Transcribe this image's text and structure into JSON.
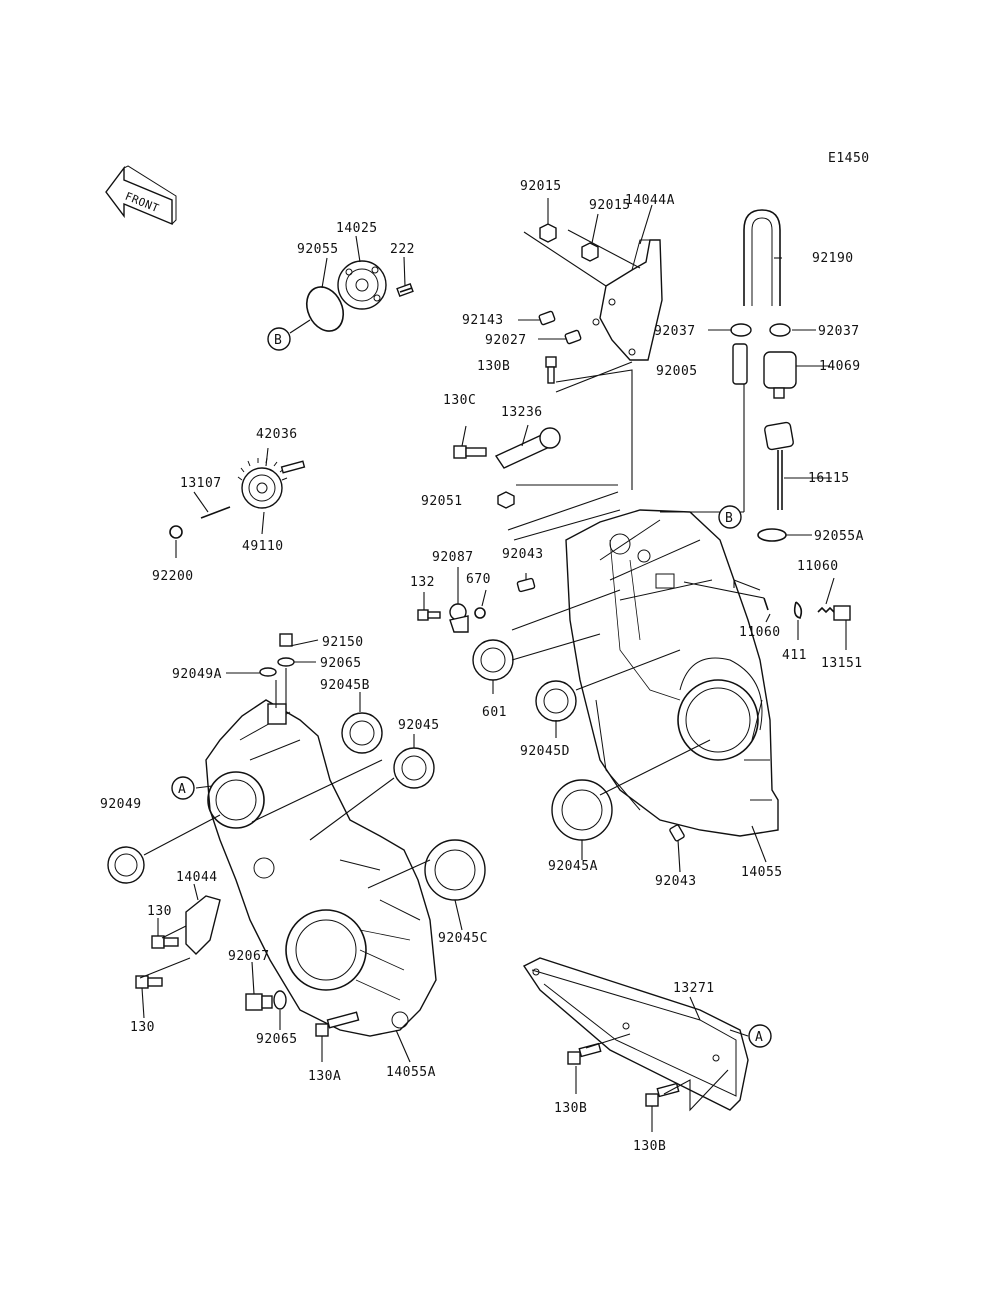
{
  "diagram_code": "E1450",
  "front_label": "FRONT",
  "callouts": {
    "A": "A",
    "B": "B"
  },
  "parts": {
    "p92015a": "92015",
    "p92015b": "92015",
    "p14044A": "14044A",
    "p14025": "14025",
    "p92055": "92055",
    "p222": "222",
    "p92190": "92190",
    "p92143": "92143",
    "p92037a": "92037",
    "p92037b": "92037",
    "p92027": "92027",
    "p130B_top": "130B",
    "p92005": "92005",
    "p14069": "14069",
    "p42036": "42036",
    "p130C": "130C",
    "p13236": "13236",
    "p13107": "13107",
    "p16115": "16115",
    "p92051": "92051",
    "p49110": "49110",
    "p92055A": "92055A",
    "p92043a": "92043",
    "p92087": "92087",
    "p11060a": "11060",
    "p92200": "92200",
    "p132": "132",
    "p670": "670",
    "p11060b": "11060",
    "p411": "411",
    "p13151": "13151",
    "p92150": "92150",
    "p92049A": "92049A",
    "p92065a": "92065",
    "p92045B": "92045B",
    "p601": "601",
    "p92045": "92045",
    "p92045D": "92045D",
    "p92049": "92049",
    "p92045A": "92045A",
    "p92043b": "92043",
    "p14055": "14055",
    "p14044": "14044",
    "p130a": "130",
    "p92045C": "92045C",
    "p92067": "92067",
    "p130b": "130",
    "p92065b": "92065",
    "p130A": "130A",
    "p14055A": "14055A",
    "p13271": "13271",
    "p130B_l": "130B",
    "p130B_r": "130B"
  }
}
